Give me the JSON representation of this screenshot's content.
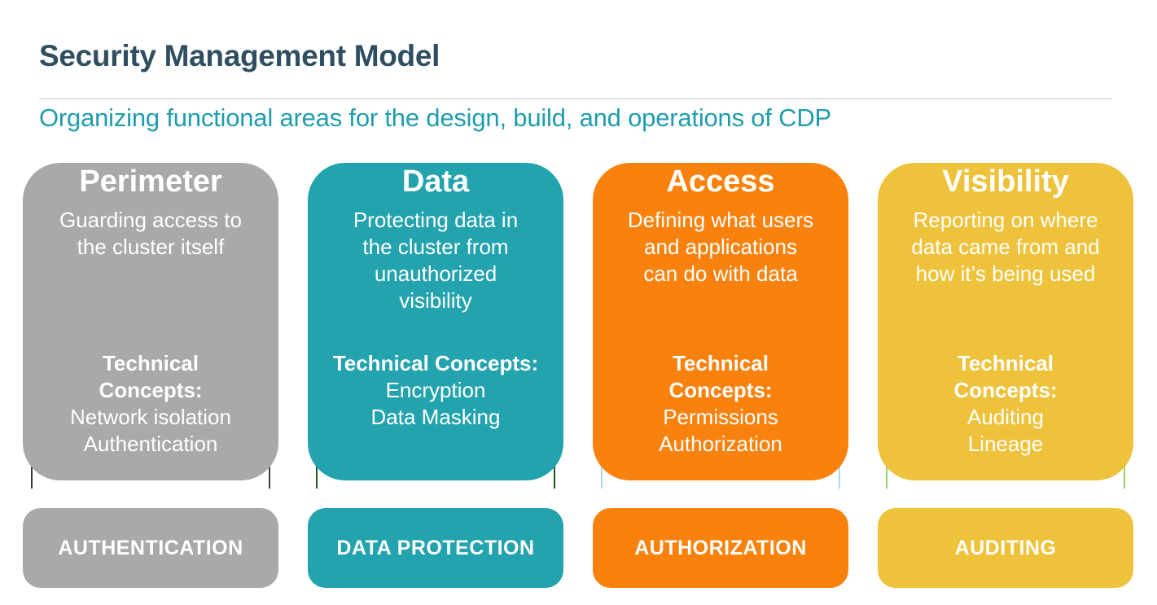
{
  "header": {
    "title": "Security Management Model",
    "subtitle": "Organizing functional areas for the design, build, and operations of CDP"
  },
  "colors": {
    "title_text": "#2F4F61",
    "subtitle_text": "#1F9DAC",
    "divider": "#C6C6C6",
    "card_text": "#FFFFFF"
  },
  "columns": [
    {
      "title": "Perimeter",
      "description": "Guarding access to\nthe cluster itself",
      "tech_label": "Technical\nConcepts:",
      "concepts": "Network isolation\nAuthentication",
      "badge": "AUTHENTICATION",
      "color": "#A9A9A9",
      "line_color": "#3B3B3B"
    },
    {
      "title": "Data",
      "description": "Protecting data in\nthe cluster from\nunauthorized\nvisibility",
      "tech_label": "Technical Concepts:",
      "concepts": "Encryption\nData Masking",
      "badge": "DATA PROTECTION",
      "color": "#22A3AD",
      "line_color": "#1B5A1F"
    },
    {
      "title": "Access",
      "description": "Defining what users\nand applications\ncan do with data",
      "tech_label": "Technical\nConcepts:",
      "concepts": "Permissions\nAuthorization",
      "badge": "AUTHORIZATION",
      "color": "#F8820D",
      "line_color": "#A6D9EF"
    },
    {
      "title": "Visibility",
      "description": "Reporting on where\ndata came from and\nhow it’s being used",
      "tech_label": "Technical\nConcepts:",
      "concepts": "Auditing\nLineage",
      "badge": "AUDITING",
      "color": "#EEC23A",
      "line_color": "#8FD46A"
    }
  ]
}
